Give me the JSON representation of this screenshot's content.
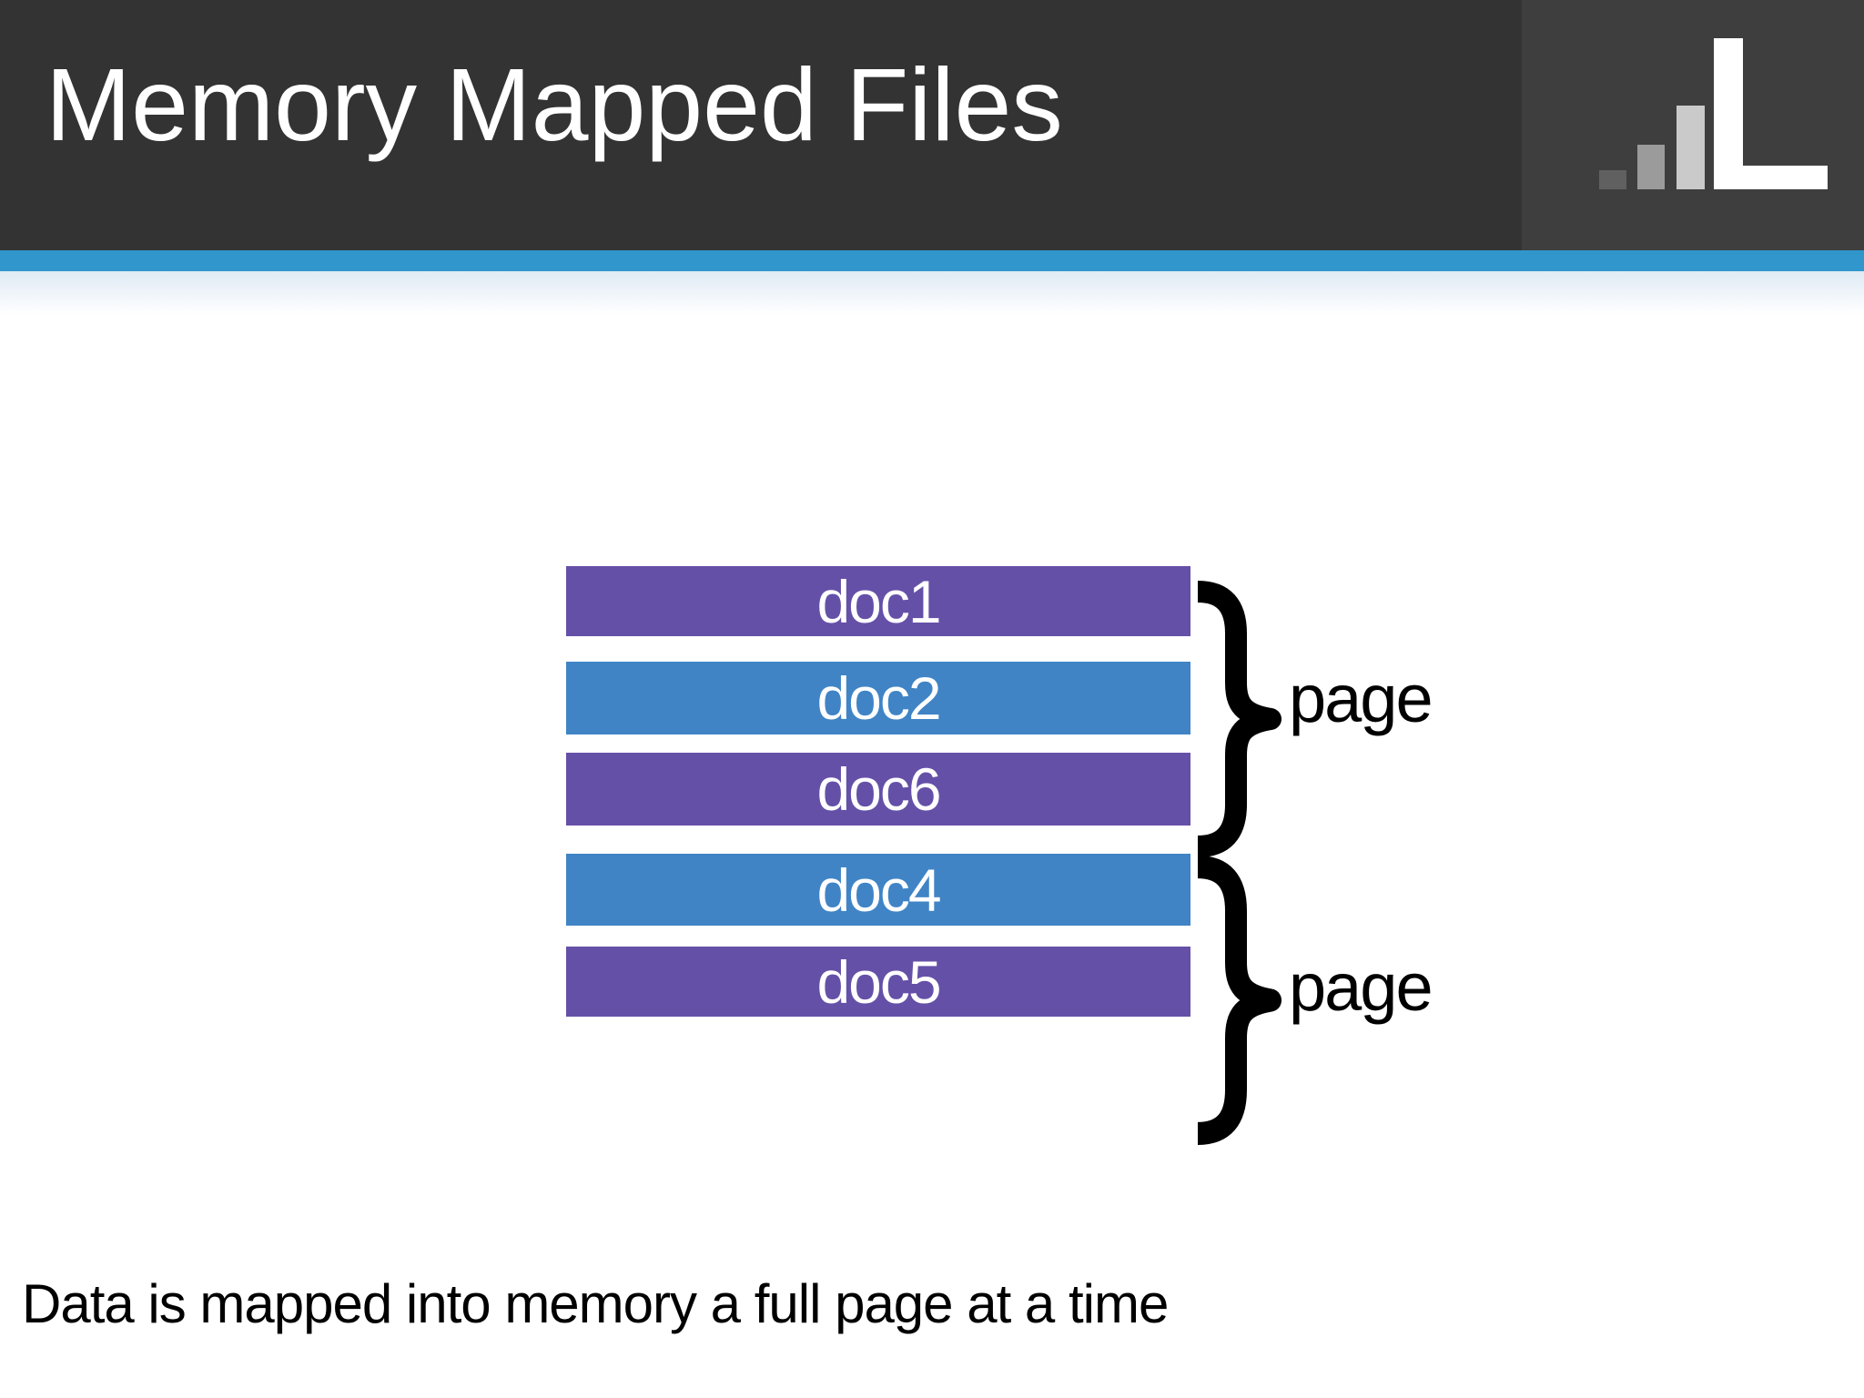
{
  "slide": {
    "title": "Memory Mapped Files",
    "caption": "Data is mapped into memory a full page at a time"
  },
  "logo": {
    "icon": "bar-chart-L-logo"
  },
  "diagram": {
    "docs": [
      {
        "label": "doc1",
        "color": "#6550a8"
      },
      {
        "label": "doc2",
        "color": "#4084c6"
      },
      {
        "label": "doc6",
        "color": "#6550a8"
      },
      {
        "label": "doc4",
        "color": "#4084c6"
      },
      {
        "label": "doc5",
        "color": "#6550a8"
      }
    ],
    "page_labels": [
      "page",
      "page"
    ]
  },
  "colors": {
    "header_bg": "#333333",
    "logo_panel_bg": "#3e3e3e",
    "accent_bar": "#3096cc",
    "doc_purple": "#6550a8",
    "doc_blue": "#4084c6",
    "brace": "#000000",
    "title_text": "#ffffff",
    "body_text": "#000000",
    "doc_label_text": "#ffffff"
  }
}
